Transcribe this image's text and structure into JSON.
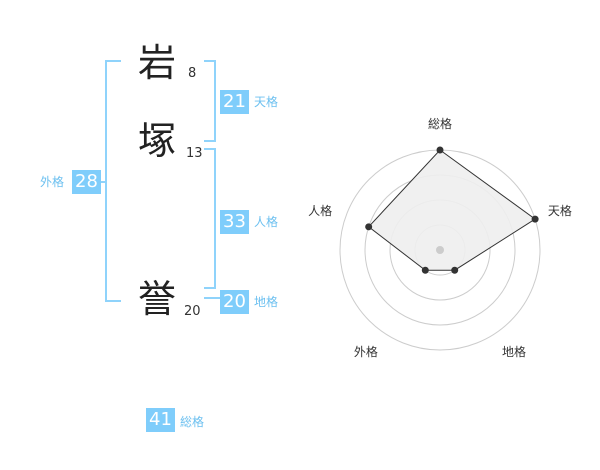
{
  "name": {
    "chars": [
      {
        "char": "岩",
        "strokes": "8"
      },
      {
        "char": "塚",
        "strokes": "13"
      },
      {
        "char": "誉",
        "strokes": "20"
      }
    ]
  },
  "fortune": {
    "tenkaku": {
      "value": "21",
      "label": "天格"
    },
    "jinkaku": {
      "value": "33",
      "label": "人格"
    },
    "chikaku": {
      "value": "20",
      "label": "地格"
    },
    "gaikaku": {
      "value": "28",
      "label": "外格"
    },
    "soukaku": {
      "value": "41",
      "label": "総格"
    }
  },
  "chart_data": {
    "type": "radar",
    "axes": [
      "総格",
      "天格",
      "地格",
      "外格",
      "人格"
    ],
    "values": [
      4,
      4,
      1,
      1,
      3
    ],
    "max": 4,
    "grid_rings": 4,
    "colors": {
      "fill": "#eeeeee",
      "stroke": "#333333",
      "grid": "#cccccc",
      "center": "#cccccc"
    }
  }
}
